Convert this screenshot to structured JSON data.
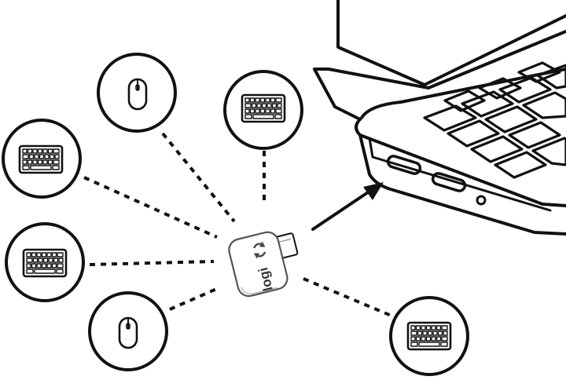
{
  "diagram": {
    "receiver": {
      "logo_text": "logi",
      "icon": "sync-arrows-icon"
    },
    "devices": [
      {
        "id": "mouse-top",
        "icon": "mouse-icon"
      },
      {
        "id": "keyboard-top",
        "icon": "keyboard-icon"
      },
      {
        "id": "keyboard-upper-left",
        "icon": "keyboard-icon"
      },
      {
        "id": "keyboard-lower-left",
        "icon": "keyboard-icon"
      },
      {
        "id": "mouse-bottom",
        "icon": "mouse-icon"
      },
      {
        "id": "keyboard-bottom-right",
        "icon": "keyboard-icon"
      }
    ],
    "target": {
      "icon": "laptop-icon"
    },
    "colors": {
      "ink": "#111111",
      "background": "#ffffff",
      "logo": "#333333"
    }
  }
}
